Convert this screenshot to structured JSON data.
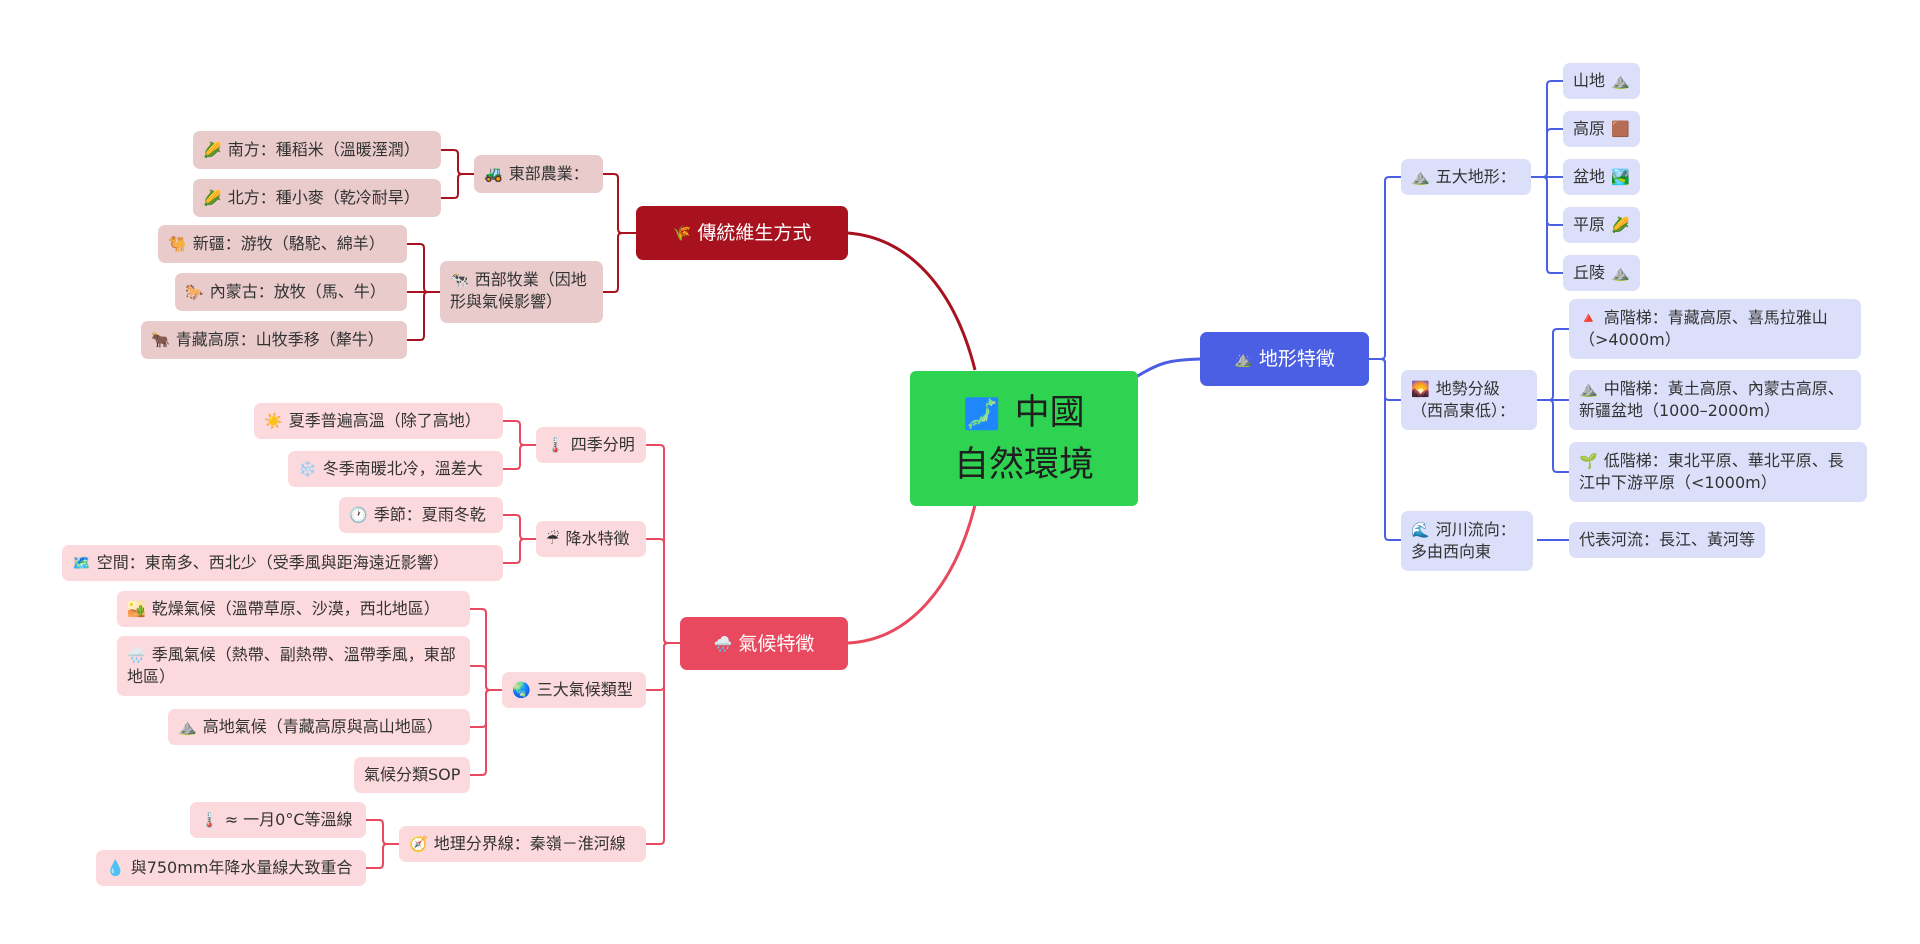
{
  "root": {
    "icon": "🗾",
    "title_line1": "中國",
    "title_line2": "自然環境"
  },
  "branches": {
    "livelihood": {
      "icon": "🌾",
      "label": "傳統維生方式",
      "east": {
        "icon": "🚜",
        "label": "東部農業：",
        "south": {
          "icon": "🌽",
          "label": "南方：種稻米（溫暖溼潤）"
        },
        "north": {
          "icon": "🌽",
          "label": "北方：種小麥（乾冷耐旱）"
        }
      },
      "west": {
        "icon": "🐄",
        "label": "西部牧業（因地形與氣候影響）",
        "xinjiang": {
          "icon": "🐫",
          "label": "新疆：游牧（駱駝、綿羊）"
        },
        "inner_mongolia": {
          "icon": "🐎",
          "label": "內蒙古：放牧（馬、牛）"
        },
        "qinghai": {
          "icon": "🐂",
          "label": "青藏高原：山牧季移（犛牛）"
        }
      }
    },
    "climate": {
      "icon": "🌧️",
      "label": "氣候特徵",
      "seasons": {
        "icon": "🌡️",
        "label": "四季分明",
        "summer": {
          "icon": "☀️",
          "label": "夏季普遍高溫（除了高地）"
        },
        "winter": {
          "icon": "❄️",
          "label": "冬季南暖北冷，溫差大"
        }
      },
      "rain": {
        "icon": "☔",
        "label": "降水特徵",
        "season": {
          "icon": "🕐",
          "label": "季節：夏雨冬乾"
        },
        "space": {
          "icon": "🗺️",
          "label": "空間：東南多、西北少（受季風與距海遠近影響）"
        }
      },
      "types": {
        "icon": "🌏",
        "label": "三大氣候類型",
        "dry": {
          "icon": "🏜️",
          "label": "乾燥氣候（溫帶草原、沙漠，西北地區）"
        },
        "monsoon": {
          "icon": "🌧️",
          "label": "季風氣候（熱帶、副熱帶、溫帶季風，東部地區）"
        },
        "highland": {
          "icon": "⛰️",
          "label": "高地氣候（青藏高原與高山地區）"
        },
        "sop": {
          "label": "氣候分類SOP"
        }
      },
      "boundary": {
        "icon": "🧭",
        "label": "地理分界線：秦嶺－淮河線",
        "isotherm": {
          "icon": "🌡️",
          "label": "≈ 一月0°C等溫線"
        },
        "rainfall": {
          "icon": "💧",
          "label": "與750mm年降水量線大致重合"
        }
      }
    },
    "terrain": {
      "icon": "⛰️",
      "label": "地形特徵",
      "five": {
        "icon": "⛰️",
        "label": "五大地形：",
        "items": [
          {
            "label": "山地",
            "icon": "⛰️"
          },
          {
            "label": "高原",
            "icon": "🟫"
          },
          {
            "label": "盆地",
            "icon": "🏞️"
          },
          {
            "label": "平原",
            "icon": "🌽"
          },
          {
            "label": "丘陵",
            "icon": "⛰️"
          }
        ]
      },
      "levels": {
        "icon": "🌄",
        "label": "地勢分級（西高東低）：",
        "high": {
          "icon": "🔺",
          "label": "高階梯：青藏高原、喜馬拉雅山（>4000m）"
        },
        "mid": {
          "icon": "⛰️",
          "label": "中階梯：黃土高原、內蒙古高原、新疆盆地（1000–2000m）"
        },
        "low": {
          "icon": "🌱",
          "label": "低階梯：東北平原、華北平原、長江中下游平原（<1000m）"
        }
      },
      "rivers": {
        "icon": "🌊",
        "label": "河川流向：多由西向東",
        "example": {
          "label": "代表河流：長江、黃河等"
        }
      }
    }
  },
  "colors": {
    "root": "#2fd352",
    "livelihood": "#a8121f",
    "climate": "#e8495e",
    "terrain": "#4a5fe3"
  }
}
